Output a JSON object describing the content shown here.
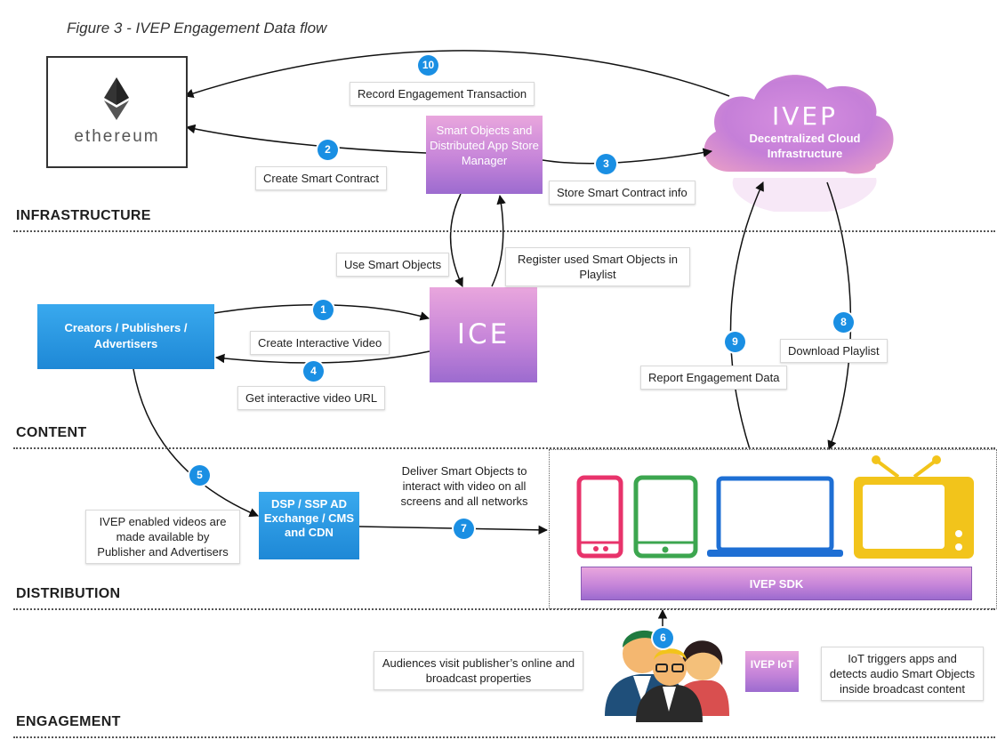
{
  "caption": "Figure 3 - IVEP Engagement Data flow",
  "sections": {
    "infrastructure": "INFRASTRUCTURE",
    "content": "CONTENT",
    "distribution": "DISTRIBUTION",
    "engagement": "ENGAGEMENT"
  },
  "nodes": {
    "ethereum": "ethereum",
    "manager": "Smart Objects and Distributed App Store Manager",
    "cloud_title": "IVEP",
    "cloud_subtitle": "Decentralized Cloud Infrastructure",
    "ice": "ICE",
    "creators": "Creators / Publishers / Advertisers",
    "dsp": "DSP / SSP AD Exchange / CMS and CDN",
    "sdk": "IVEP SDK",
    "iot": "IVEP IoT"
  },
  "labels": {
    "record": "Record Engagement Transaction",
    "create_contract": "Create Smart Contract",
    "store_contract": "Store Smart Contract info",
    "use_objects": "Use Smart Objects",
    "register_objects": "Register used Smart Objects in Playlist",
    "create_video": "Create Interactive Video",
    "get_url": "Get interactive video URL",
    "report": "Report Engagement Data",
    "download": "Download Playlist",
    "available": "IVEP enabled videos are made available by Publisher and Advertisers",
    "deliver": "Deliver Smart Objects to interact with video on all screens and all networks",
    "audiences": "Audiences visit publisher’s online and broadcast properties",
    "iot_note": "IoT triggers apps and detects audio Smart Objects inside broadcast content"
  },
  "steps": [
    "1",
    "2",
    "3",
    "4",
    "5",
    "6",
    "7",
    "8",
    "9",
    "10"
  ],
  "icons": [
    "ethereum-logo-icon",
    "phone-icon",
    "tablet-icon",
    "laptop-icon",
    "tv-icon",
    "people-icon"
  ],
  "colors": {
    "step_blue": "#1a8fe3",
    "purple": "#c685d9",
    "blue_box": "#1e88d6"
  }
}
